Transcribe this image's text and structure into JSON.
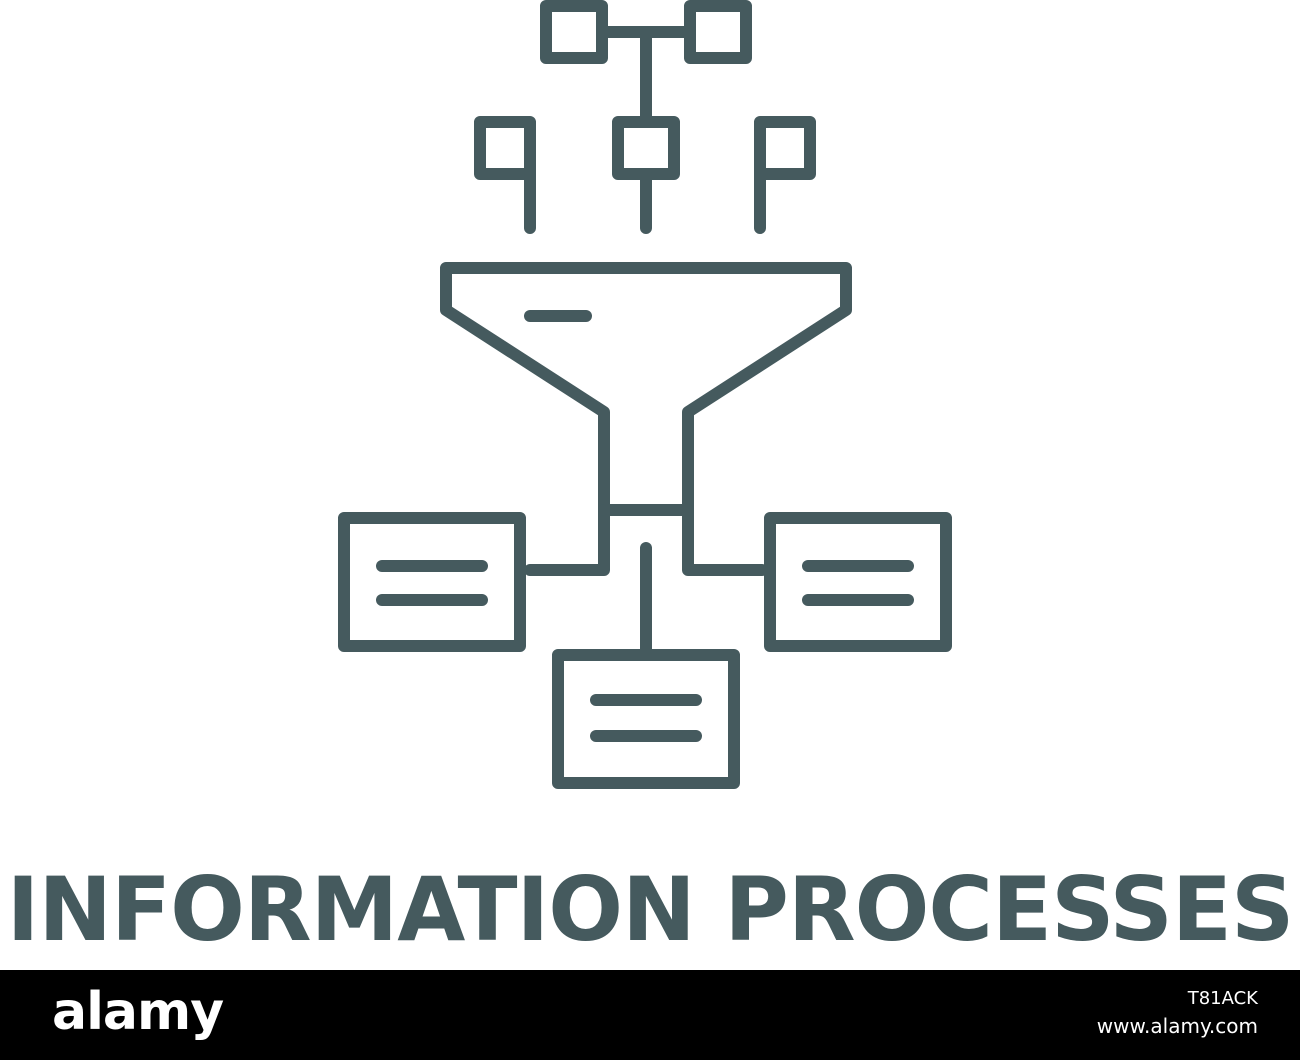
{
  "icon": {
    "name": "information-processes-icon",
    "stroke_color": "#455a5e"
  },
  "caption": {
    "text": "INFORMATION PROCESSES",
    "color": "#455a5e"
  },
  "watermark": {
    "logo_text": "alamy",
    "image_id": "T81ACK",
    "url": "www.alamy.com",
    "background": "#000000",
    "text_color": "#ffffff"
  }
}
